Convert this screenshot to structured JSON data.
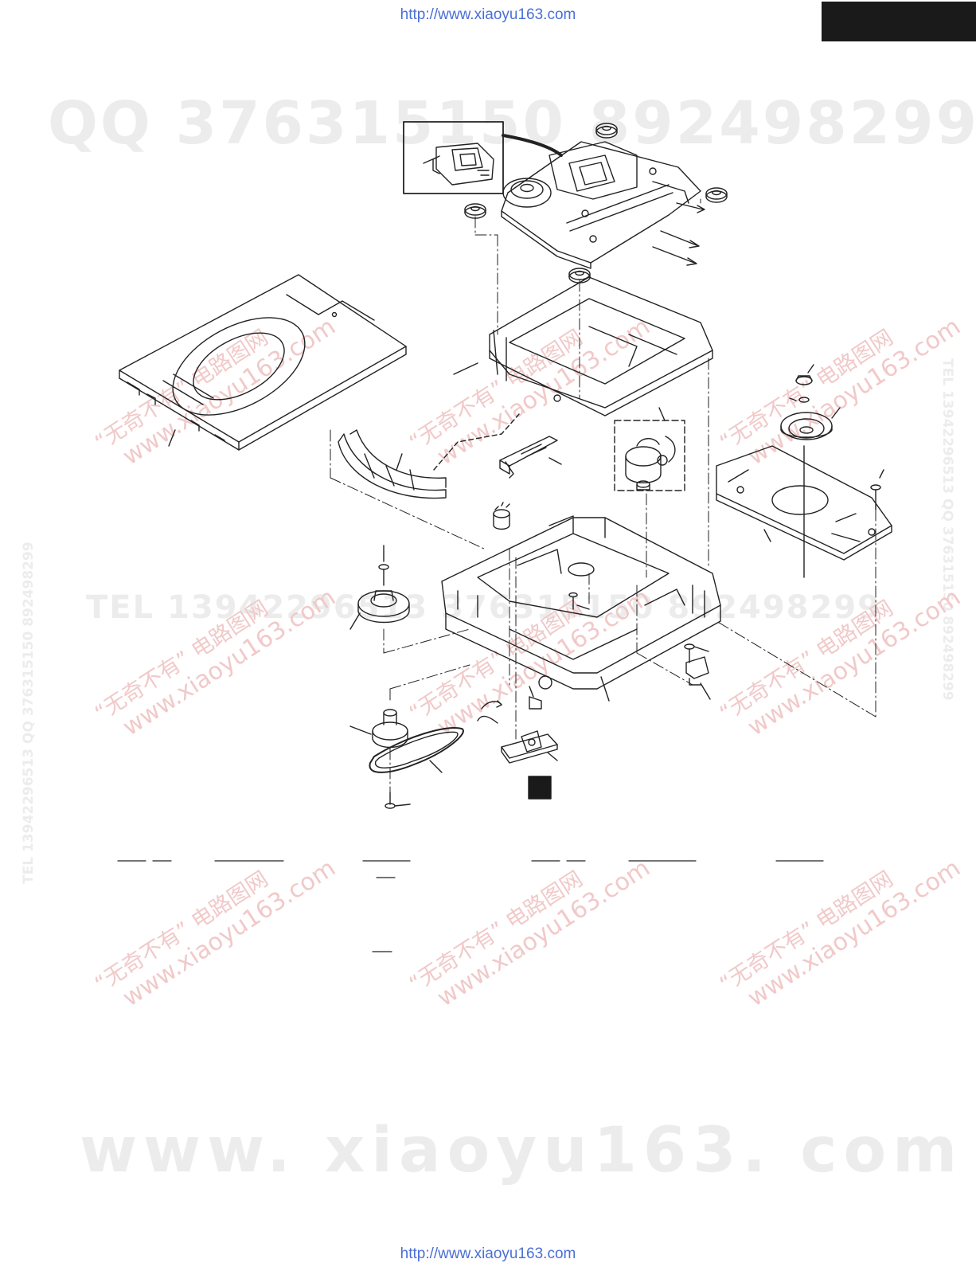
{
  "header": {
    "url": "http://www.xiaoyu163.com"
  },
  "footer": {
    "url": "http://www.xiaoyu163.com"
  },
  "watermarks": {
    "qq": "QQ 376315150  892498299",
    "tel": "TEL 13942296513  376315150  892498299",
    "site": "www. xiaoyu163. com",
    "side_left": "TEL 13942296513  QQ 376315150  892498299",
    "side_right": "TEL 13942296513  QQ 376315150  892498299",
    "stamp_line1": "“无奇不有” 电路图网",
    "stamp_line2": "www.xiaoyu163.com"
  },
  "colors": {
    "line": "#222222",
    "watermark_gray": "#ececec",
    "watermark_red": "#f1c9c9",
    "url_blue": "#4a6fd6"
  }
}
